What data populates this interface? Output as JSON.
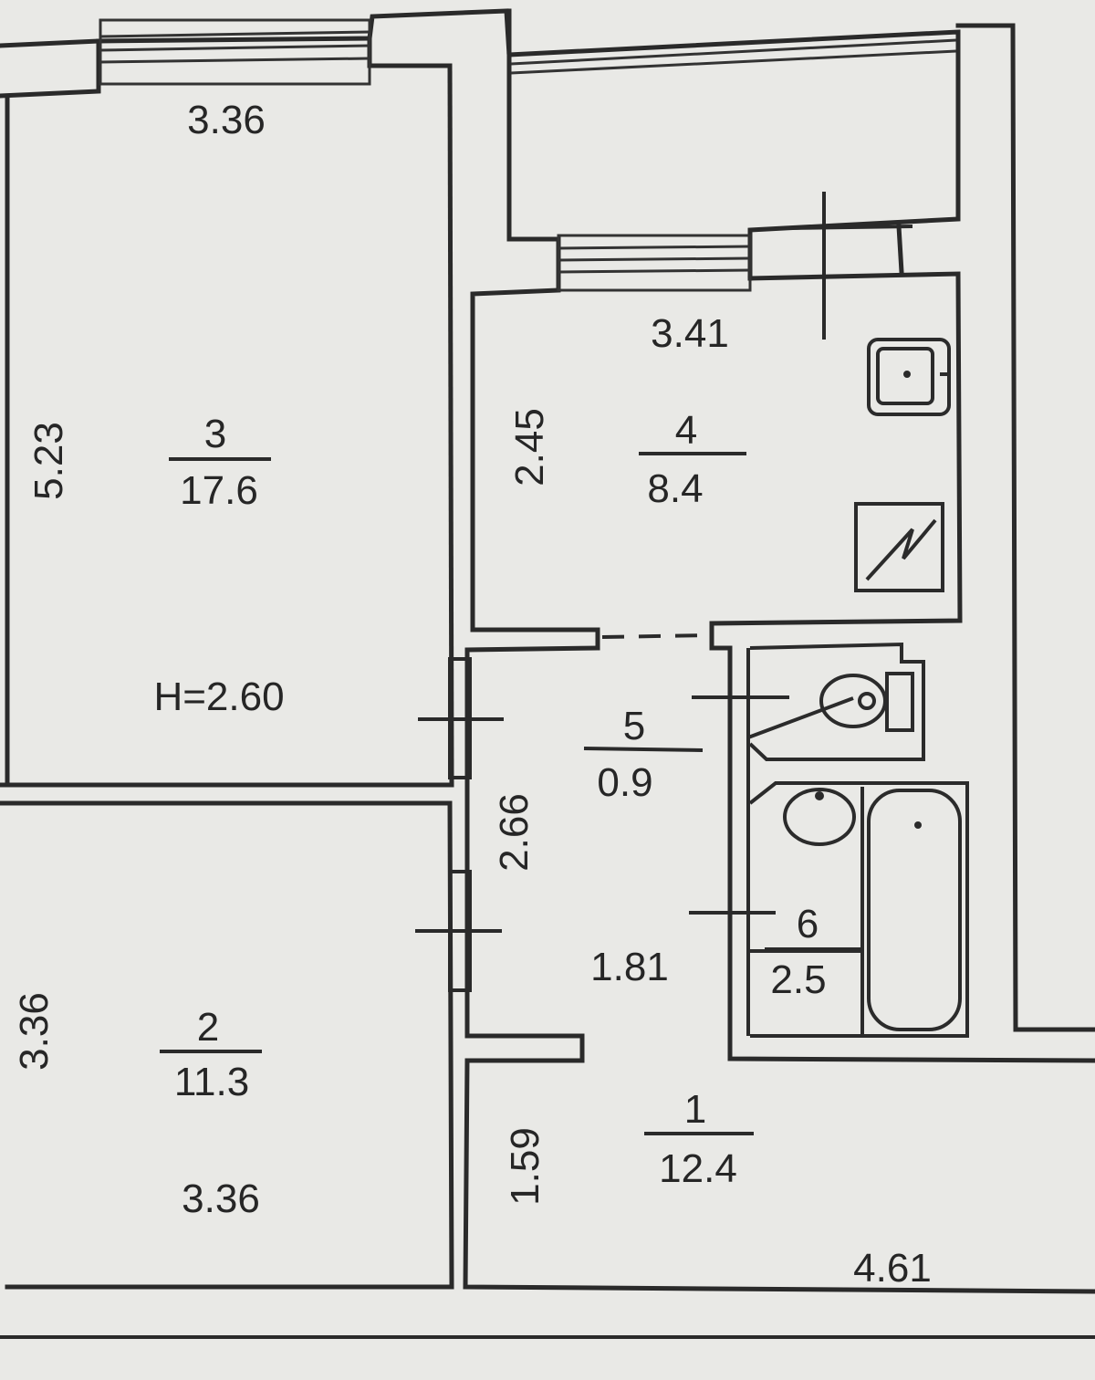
{
  "ceiling_height": "H=2.60",
  "rooms": [
    {
      "number": "3",
      "area": "17.6",
      "width": "3.36",
      "length": "5.23"
    },
    {
      "number": "4",
      "area": "8.4",
      "width": "3.41",
      "length": "2.45"
    },
    {
      "number": "5",
      "area": "0.9"
    },
    {
      "number": "2",
      "area": "11.3",
      "width": "3.36",
      "length": "3.36"
    },
    {
      "number": "6",
      "area": "2.5"
    },
    {
      "number": "1",
      "area": "12.4",
      "width": "4.61",
      "length": "1.59",
      "corridor_length": "2.66",
      "corridor_width": "1.81"
    }
  ]
}
